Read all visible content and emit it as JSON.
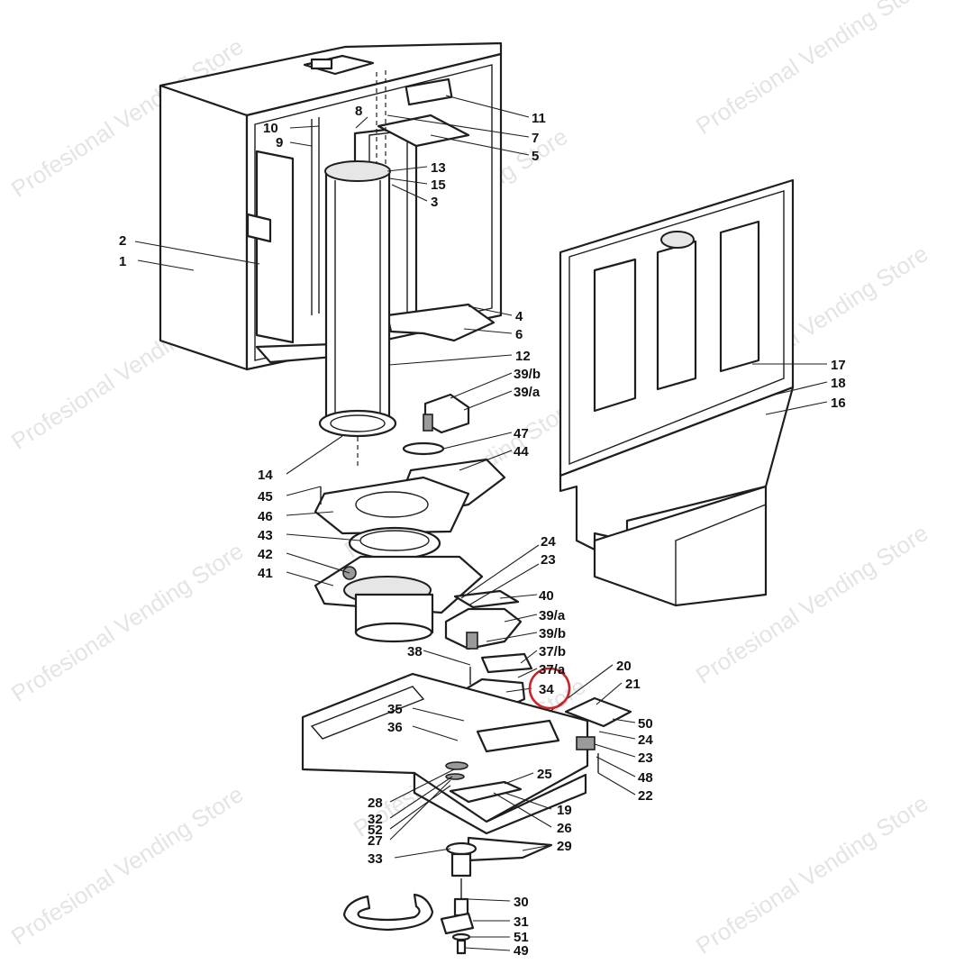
{
  "diagram": {
    "watermark_text": "Profesional Vending Store",
    "highlighted_callout": "34",
    "highlight_color": "#c62828",
    "line_color": "#1e1e1e",
    "callouts": {
      "c1": "1",
      "c2": "2",
      "c3": "3",
      "c4": "4",
      "c5": "5",
      "c6": "6",
      "c7": "7",
      "c8": "8",
      "c9": "9",
      "c10": "10",
      "c11": "11",
      "c12": "12",
      "c13": "13",
      "c14": "14",
      "c15": "15",
      "c16": "16",
      "c17": "17",
      "c18": "18",
      "c19": "19",
      "c20": "20",
      "c21": "21",
      "c22": "22",
      "c23a": "23",
      "c23b": "23",
      "c24a": "24",
      "c24b": "24",
      "c25": "25",
      "c26": "26",
      "c27": "27",
      "c28": "28",
      "c29": "29",
      "c30": "30",
      "c31": "31",
      "c32": "32",
      "c33": "33",
      "c34": "34",
      "c35": "35",
      "c36": "36",
      "c37a": "37/a",
      "c37b": "37/b",
      "c38": "38",
      "c39a_top": "39/a",
      "c39b_top": "39/b",
      "c39a_mid": "39/a",
      "c39b_mid": "39/b",
      "c40": "40",
      "c41": "41",
      "c42": "42",
      "c43": "43",
      "c44": "44",
      "c45": "45",
      "c46": "46",
      "c47": "47",
      "c48": "48",
      "c49": "49",
      "c50": "50",
      "c51": "51",
      "c52": "52"
    }
  }
}
